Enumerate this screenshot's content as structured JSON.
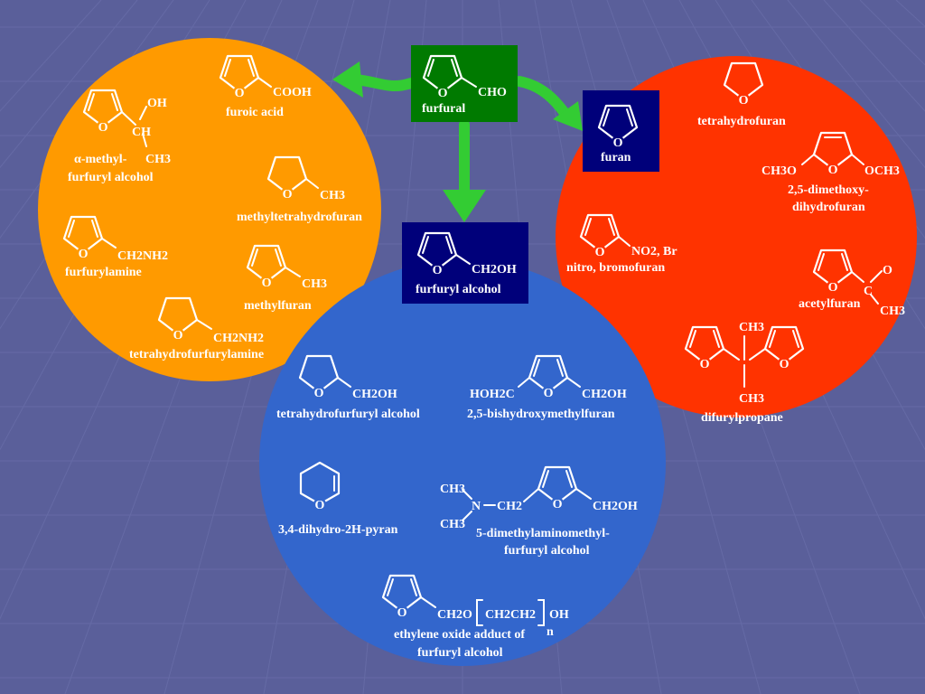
{
  "colors": {
    "background": "#5a5f9a",
    "orange_circle": "#ff9a00",
    "red_circle": "#ff3300",
    "blue_circle": "#3366cc",
    "furfural_box": "#007a00",
    "navy_box": "#00007a",
    "arrow": "#33cc33"
  },
  "icons": {
    "arrow": "curved-arrow-icon",
    "ring": "furan-ring-icon"
  },
  "furfural": {
    "group": "CHO",
    "name": "furfural"
  },
  "furan": {
    "name": "furan"
  },
  "furfuryl_alcohol": {
    "group": "CH2OH",
    "name": "furfuryl alcohol"
  },
  "left": {
    "methyl_furfuryl": {
      "oh": "OH",
      "ch": "CH",
      "ch3": "CH3",
      "name1": "α-methyl-",
      "name2": "furfuryl alcohol"
    },
    "furoic_acid": {
      "group": "COOH",
      "name": "furoic acid"
    },
    "methyltetrahydrofuran": {
      "group": "CH3",
      "name": "methyltetrahydrofuran"
    },
    "furfurylamine": {
      "group": "CH2NH2",
      "name": "furfurylamine"
    },
    "methylfuran": {
      "group": "CH3",
      "name": "methylfuran"
    },
    "tetrahydrofurfurylamine": {
      "group": "CH2NH2",
      "name": "tetrahydrofurfurylamine"
    }
  },
  "right": {
    "tetrahydrofuran": {
      "name": "tetrahydrofuran"
    },
    "dimethoxy": {
      "left": "CH3O",
      "right": "OCH3",
      "name1": "2,5-dimethoxy-",
      "name2": "dihydrofuran"
    },
    "nitro": {
      "group": "NO2, Br",
      "name": "nitro, bromofuran"
    },
    "acetylfuran": {
      "o": "O",
      "c": "C",
      "ch3": "CH3",
      "name": "acetylfuran"
    },
    "difurylpropane": {
      "top": "CH3",
      "bottom": "CH3",
      "name": "difurylpropane"
    }
  },
  "bottom": {
    "thfa": {
      "group": "CH2OH",
      "name": "tetrahydrofurfuryl alcohol"
    },
    "bhmf": {
      "left": "HOH2C",
      "right": "CH2OH",
      "name": "2,5-bishydroxymethylfuran"
    },
    "dihydropyran": {
      "name": "3,4-dihydro-2H-pyran"
    },
    "dma": {
      "ch3a": "CH3",
      "ch3b": "CH3",
      "n": "N",
      "ch2": "CH2",
      "right": "CH2OH",
      "name1": "5-dimethylaminomethyl-",
      "name2": "furfuryl alcohol"
    },
    "eo_adduct": {
      "group": "CH2O",
      "chain": "CH2CH2",
      "oh": "OH",
      "n": "n",
      "name1": "ethylene oxide adduct of",
      "name2": "furfuryl alcohol"
    }
  }
}
